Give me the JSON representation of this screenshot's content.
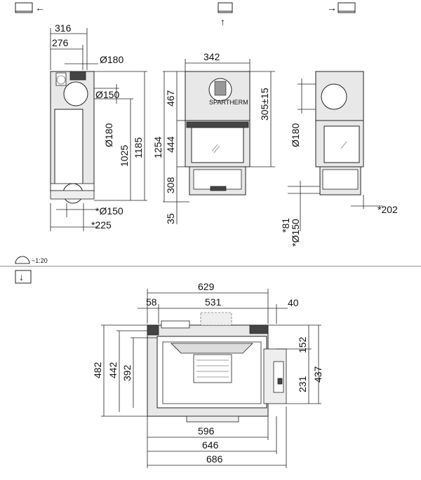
{
  "view_markers": {
    "left_arrow": "←",
    "up_arrow": "↑",
    "right_arrow": "→",
    "down_arrow": "↓"
  },
  "scale_label": "~1:20",
  "brand_label": "SPARTHERM",
  "side_left_view": {
    "dims": [
      "316",
      "276",
      "Ø180",
      "Ø150",
      "Ø180",
      "1025",
      "1185",
      "*Ø150",
      "*225"
    ]
  },
  "front_view": {
    "dims": [
      "342",
      "467",
      "444",
      "308",
      "1254",
      "35",
      "305±15"
    ]
  },
  "side_right_view": {
    "dims": [
      "Ø180",
      "*81",
      "*Ø150",
      "*202"
    ]
  },
  "plan_view": {
    "dims": [
      "629",
      "58",
      "531",
      "40",
      "482",
      "442",
      "392",
      "152",
      "437",
      "231",
      "596",
      "646",
      "686"
    ]
  }
}
